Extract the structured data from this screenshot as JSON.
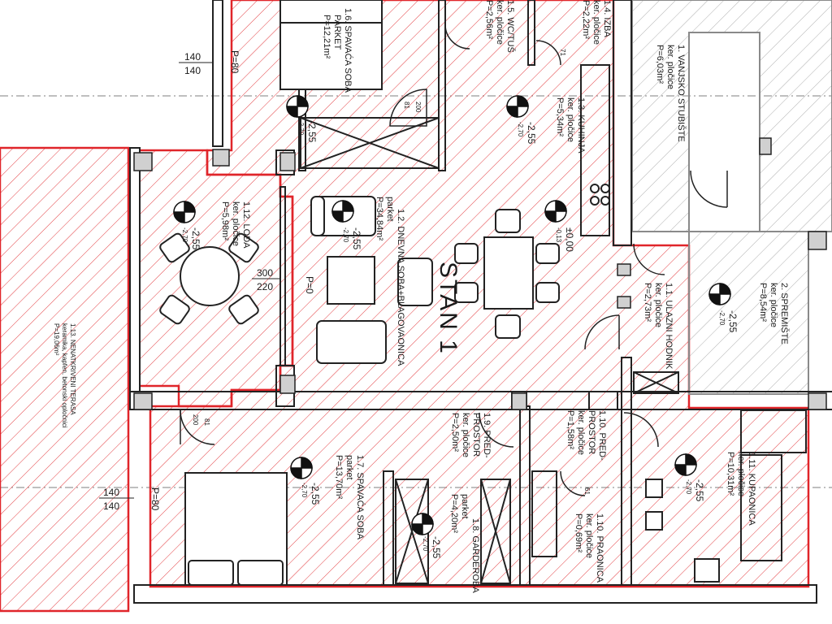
{
  "apartment": "STAN 1",
  "rooms": [
    {
      "id": "r16",
      "l1": "1.6. SPAVAĆA SOBA",
      "l2": "PARKET",
      "l3": "P=12,21m²"
    },
    {
      "id": "r15",
      "l1": "1.5. WC/TUŠ",
      "l2": "ker. pločice",
      "l3": "P=2,56m²"
    },
    {
      "id": "r14",
      "l1": "1.4. IZBA",
      "l2": "ker. pločice",
      "l3": "P=2,22m²"
    },
    {
      "id": "r13",
      "l1": "1.3. KUHINJA",
      "l2": "ker. pločice",
      "l3": "P=5,34m²"
    },
    {
      "id": "r1",
      "l1": "1. VANJSKO STUBIŠTE",
      "l2": "ker. pločice",
      "l3": "P=6,03m²"
    },
    {
      "id": "r112",
      "l1": "1.12. LOĐA",
      "l2": "ker. pločice",
      "l3": "P=5,98m²"
    },
    {
      "id": "r12",
      "l1": "1.2. DNEVNA SOBA+BLAGOVAONICA",
      "l2": "parket",
      "l3": "P=34,84m²"
    },
    {
      "id": "r11",
      "l1": "1.1. ULAZNI HODNIK",
      "l2": "ker. pločice",
      "l3": "P=2,73m²"
    },
    {
      "id": "r2",
      "l1": "2. SPREMIŠTE",
      "l2": "ker. pločice",
      "l3": "P=8,54m²"
    },
    {
      "id": "r113",
      "l1": "1.13. NENATKRIVENI TERASA",
      "l2": "keramika, kapfen, betonski opločnici",
      "l3": "P=19,06m²"
    },
    {
      "id": "r17",
      "l1": "1.7. SPAVAĆA SOBA",
      "l2": "parket",
      "l3": "P=13,70m²"
    },
    {
      "id": "r19",
      "l1": "1.9. PRED-",
      "l2": "PROSTOR",
      "l3": "ker. pločice",
      "l4": "P=2,50m²"
    },
    {
      "id": "r18",
      "l1": "1.8. GARDEROBA",
      "l2": "parket",
      "l3": "P=4,20m²"
    },
    {
      "id": "r110",
      "l1": "1.10. PRED-",
      "l2": "PROSTOR",
      "l3": "ker. pločice",
      "l4": "P=1,58m²"
    },
    {
      "id": "r110b",
      "l1": "1.10. PRAONICA",
      "l2": "ker. pločice",
      "l3": "P=0,69m²"
    },
    {
      "id": "r111",
      "l1": "1.11. KUPAONICA",
      "l2": "ker. pločice",
      "l3": "P=10,31m²"
    }
  ],
  "levels": [
    {
      "id": "lv1",
      "main": "-2,55",
      "sub": "-2,70"
    },
    {
      "id": "lv2",
      "main": "-2,55",
      "sub": "-2,70"
    },
    {
      "id": "lv3",
      "main": "±0,00",
      "sub": "-0,13"
    },
    {
      "id": "lv4",
      "main": "-2,55",
      "sub": "-2,70"
    },
    {
      "id": "lv5",
      "main": "-2,55",
      "sub": "-2,70"
    },
    {
      "id": "lv6",
      "main": "-2,55",
      "sub": "-2,70"
    },
    {
      "id": "lv7",
      "main": "-2,55",
      "sub": "-2,70"
    },
    {
      "id": "lv8",
      "main": "-2,55",
      "sub": "-2,70"
    },
    {
      "id": "lv9",
      "main": "-2,55",
      "sub": "-2,70"
    }
  ],
  "dims": {
    "d140a": "140",
    "d140b": "140",
    "p80a": "P=80",
    "d300": "300",
    "d220": "220",
    "p0": "P=0",
    "d140c": "140",
    "d140d": "140",
    "p80b": "P=80",
    "door81": "81",
    "door200": "200",
    "door71": "71",
    "door61": "61",
    "door200b": "200",
    "door81b": "81"
  },
  "colors": {
    "wall": "#222222",
    "outline": "#e0252a",
    "hatch": "#e0252a",
    "grey": "#8a8a8a"
  }
}
